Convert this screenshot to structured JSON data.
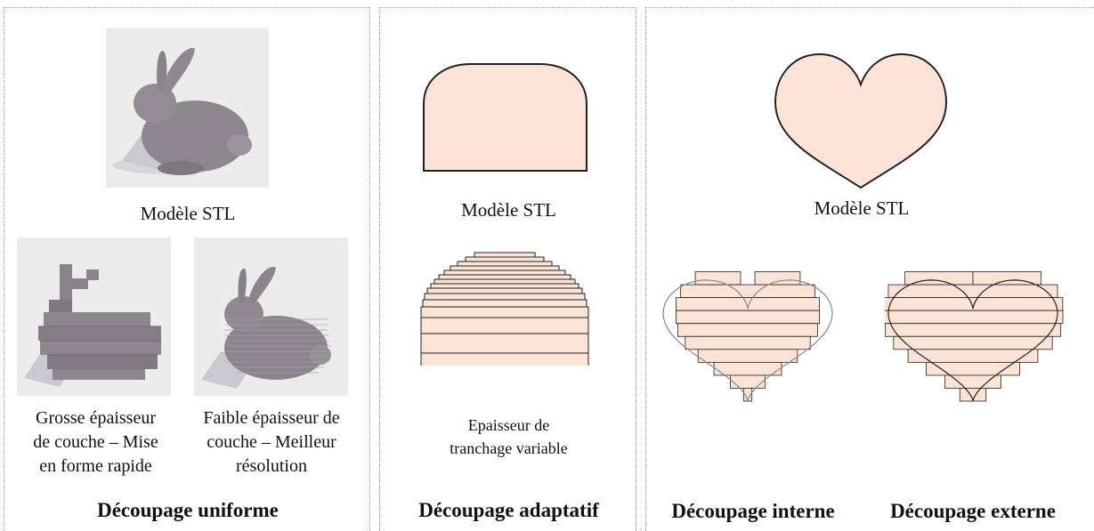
{
  "uniform": {
    "model_label": "Modèle STL",
    "thick_caption_lines": [
      "Grosse épaisseur",
      "de couche – Mise",
      "en forme rapide"
    ],
    "thin_caption_lines": [
      "Faible épaisseur de",
      "couche – Meilleur",
      "résolution"
    ],
    "title": "Découpage uniforme"
  },
  "adaptive": {
    "model_label": "Modèle STL",
    "caption_lines": [
      "Epaisseur de",
      "tranchage variable"
    ],
    "title": "Découpage adaptatif"
  },
  "heart": {
    "model_label": "Modèle STL",
    "internal_title": "Découpage interne",
    "external_title": "Découpage externe"
  },
  "colors": {
    "fill": "#fbe3d6",
    "stroke": "#222222",
    "outline": "#8a8a8a"
  }
}
